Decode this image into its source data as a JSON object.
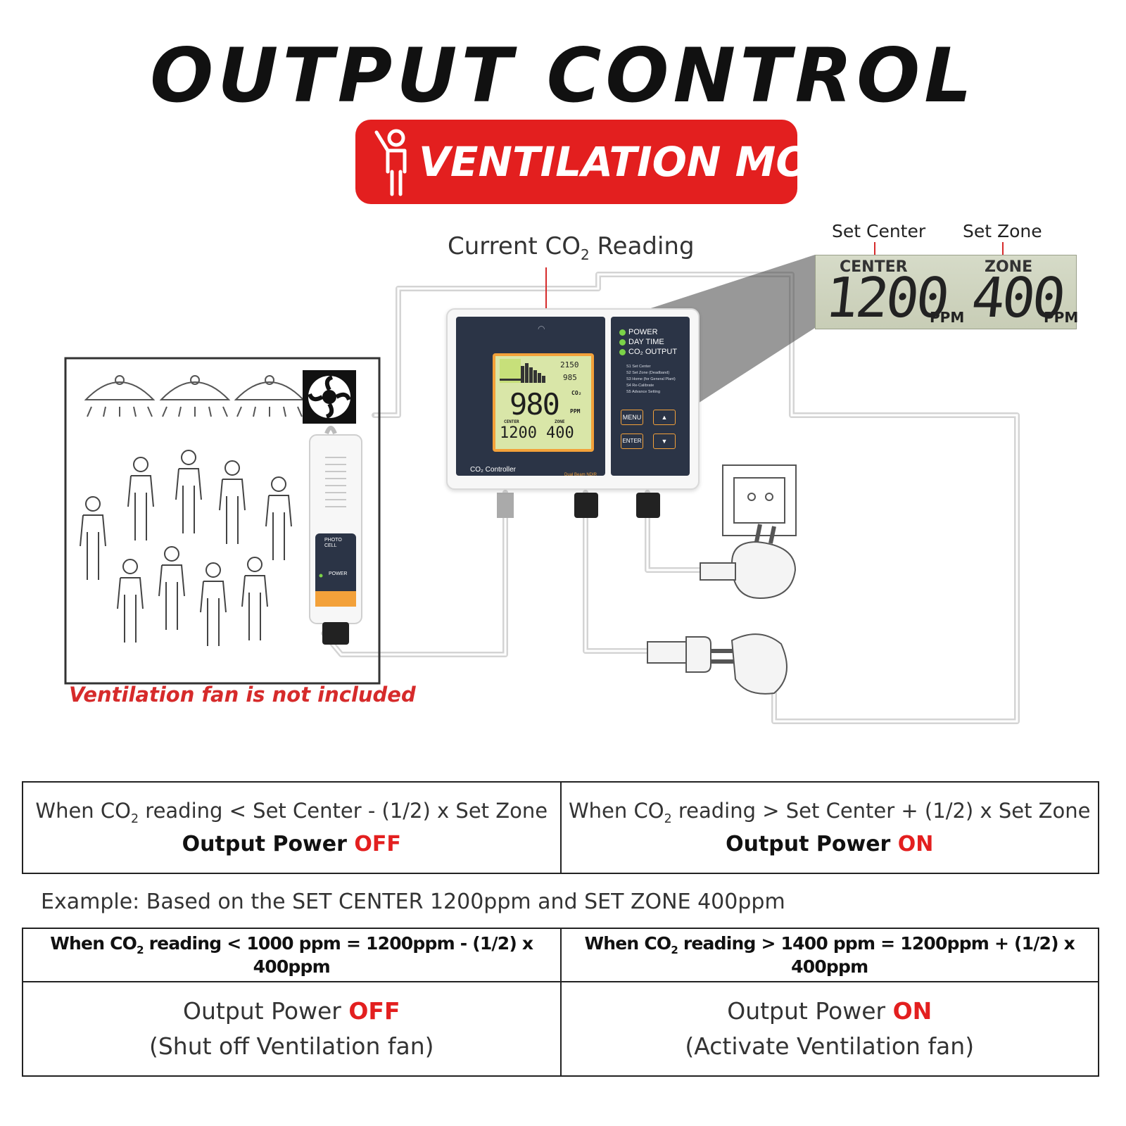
{
  "title": "OUTPUT CONTROL",
  "mode": {
    "label": "VENTILATION MODE",
    "badge_color": "#e31f1f",
    "icon": "person-waving-icon"
  },
  "callouts": {
    "reading_pre": "Current CO",
    "reading_sub": "2",
    "reading_post": " Reading",
    "set_center": "Set Center",
    "set_zone": "Set Zone"
  },
  "zoom_lcd": {
    "center_label": "CENTER",
    "center_value": "1200",
    "zone_label": "ZONE",
    "zone_value": "400",
    "unit": "PPM"
  },
  "controller": {
    "leds": [
      "POWER",
      "DAY TIME",
      "CO₂ OUTPUT"
    ],
    "settings": [
      "S1 Set Center",
      "S2 Set Zone (Deadband)",
      "S3 Home (for General Plant)",
      "S4 Re-Calibrate",
      "S5 Advance Setting"
    ],
    "buttons": {
      "menu": "MENU",
      "up": "▲",
      "enter": "ENTER",
      "down": "▼"
    },
    "name": "CO₂ Controller",
    "model": "Dual Beam NDIR",
    "screen": {
      "reading": "980",
      "co2": "CO₂",
      "ppm": "PPM",
      "hi": "2150",
      "lo": "985",
      "center_label": "CENTER",
      "center": "1200",
      "zone_label": "ZONE",
      "zone": "400"
    }
  },
  "sensor": {
    "photo": "PHOTO CELL",
    "power": "POWER"
  },
  "note": "Ventilation fan is not included",
  "conditions": [
    {
      "pre": "When CO",
      "sub": "2",
      "post": " reading < Set Center - (1/2) x Set Zone",
      "label": "Output Power ",
      "state": "OFF"
    },
    {
      "pre": "When CO",
      "sub": "2",
      "post": " reading > Set Center + (1/2) x Set Zone",
      "label": "Output Power ",
      "state": "ON"
    }
  ],
  "example": "Example: Based on the SET CENTER 1200ppm and SET ZONE 400ppm",
  "example_rows": [
    {
      "pre": "When CO",
      "sub": "2",
      "post": " reading < 1000 ppm = 1200ppm - (1/2) x 400ppm",
      "label": "Output Power ",
      "state": "OFF",
      "result": "(Shut off Ventilation fan)"
    },
    {
      "pre": "When CO",
      "sub": "2",
      "post": " reading > 1400 ppm = 1200ppm + (1/2) x 400ppm",
      "label": "Output Power ",
      "state": "ON",
      "result": "(Activate Ventilation fan)"
    }
  ]
}
